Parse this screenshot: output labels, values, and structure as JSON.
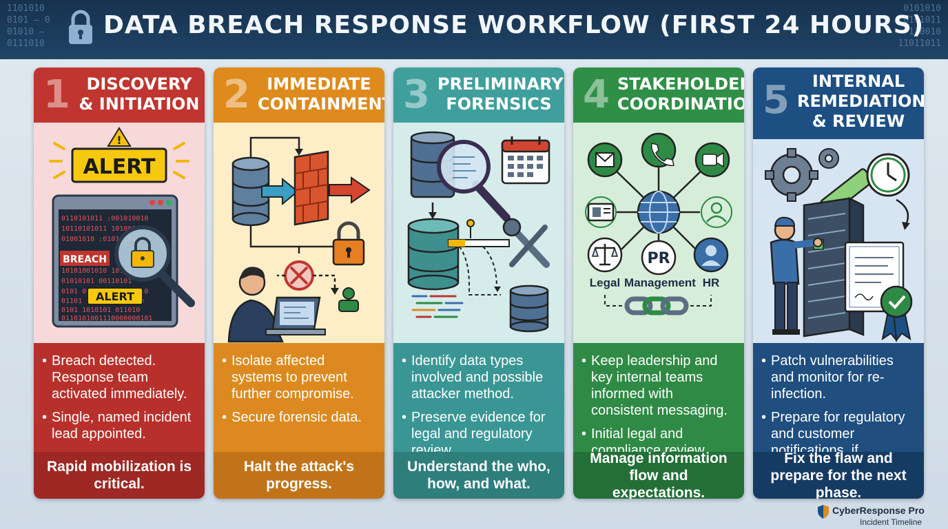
{
  "header": {
    "title": "DATA BREACH RESPONSE WORKFLOW (FIRST 24 HOURS)",
    "binary_left": "1101010\n0101 – 0\n01010 –\n0111010",
    "binary_right": "0101010\n0101011\n– 110010\n11011011"
  },
  "columns": [
    {
      "number": "1",
      "title": "DISCOVERY & INITIATION",
      "illustration": {
        "alert_top": "ALERT",
        "alert_bottom": "ALERT",
        "breach_tag": "BREACH",
        "code_lines": [
          "0110101011 :001010010",
          "10110101011 1010010",
          "01001010 :01010101",
          "10101001010 10101",
          "01010101 00110101",
          "0101 0001010100 10010",
          "01101 01010101 10010",
          "0101 1010101 011010",
          "0110101001110000000101"
        ]
      },
      "bullets": [
        "Breach detected. Response team activated immediately.",
        "Single, named incident lead appointed."
      ],
      "footer": "Rapid mobilization is critical.",
      "colors": {
        "head": "#c0352f",
        "illus": "#f7d9da",
        "body": "#b8302b",
        "foot": "#9d2824"
      }
    },
    {
      "number": "2",
      "title": "IMMEDIATE CONTAINMENT",
      "illustration": {},
      "bullets": [
        "Isolate affected systems to prevent further compromise.",
        "Secure forensic data."
      ],
      "footer": "Halt the attack's progress.",
      "colors": {
        "head": "#de8a1d",
        "illus": "#fdeec8",
        "body": "#dc8a1f",
        "foot": "#c2731a"
      }
    },
    {
      "number": "3",
      "title": "PRELIMINARY FORENSICS",
      "illustration": {},
      "bullets": [
        "Identify data types involved and possible attacker method.",
        "Preserve evidence for legal and regulatory review."
      ],
      "footer": "Understand the who, how, and what.",
      "colors": {
        "head": "#3f9f9c",
        "illus": "#d5eceb",
        "body": "#3a9694",
        "foot": "#2e7e7c"
      }
    },
    {
      "number": "4",
      "title": "STAKEHOLDER COORDINATION",
      "illustration": {
        "label_legal": "Legal",
        "label_pr": "PR",
        "label_management": "Management",
        "label_hr": "HR"
      },
      "bullets": [
        "Keep leadership and key internal teams informed with consistent messaging.",
        "Initial legal and compliance review."
      ],
      "footer": "Manage information flow and expectations.",
      "colors": {
        "head": "#2f8f47",
        "illus": "#d6eed9",
        "body": "#2f8a45",
        "foot": "#236f37"
      }
    },
    {
      "number": "5",
      "title": "INTERNAL REMEDIATION & REVIEW",
      "illustration": {},
      "bullets": [
        "Patch vulnerabilities and monitor for re-infection.",
        "Prepare for regulatory and customer notifications, if necessary."
      ],
      "footer": "Fix the flaw and prepare for the next phase.",
      "colors": {
        "head": "#1d4f83",
        "illus": "#d7e5f3",
        "body": "#1f4e7f",
        "foot": "#163b63"
      }
    }
  ],
  "brand": {
    "name": "CyberResponse Pro",
    "subtitle": "Incident Timeline"
  }
}
